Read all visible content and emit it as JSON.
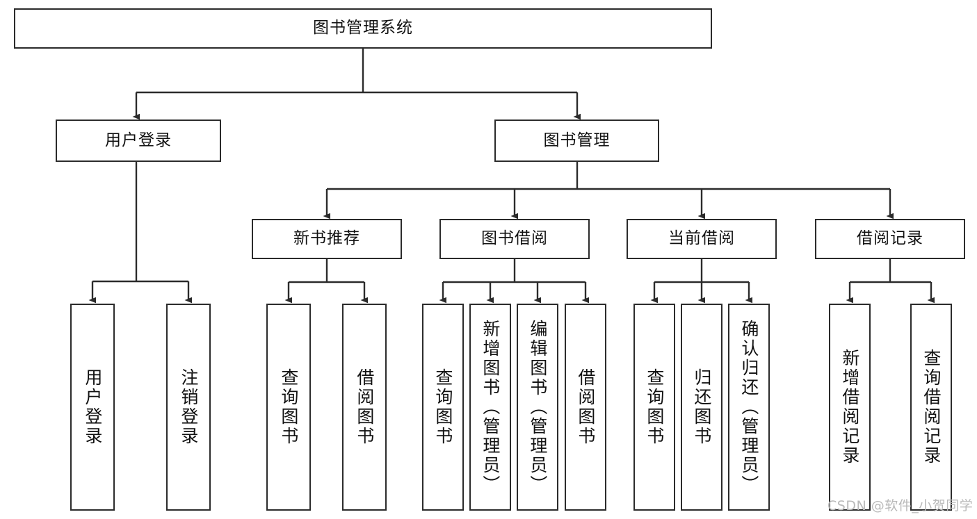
{
  "diagram": {
    "type": "tree",
    "title": "图书管理系统",
    "root": {
      "label": "图书管理系统"
    },
    "level2": [
      {
        "label": "用户登录"
      },
      {
        "label": "图书管理"
      }
    ],
    "level3": [
      {
        "label": "新书推荐"
      },
      {
        "label": "图书借阅"
      },
      {
        "label": "当前借阅"
      },
      {
        "label": "借阅记录"
      }
    ],
    "leaves": {
      "user_login": [
        {
          "label": "用户登录"
        },
        {
          "label": "注销登录"
        }
      ],
      "new_book_recommend": [
        {
          "label": "查询图书"
        },
        {
          "label": "借阅图书"
        }
      ],
      "book_borrow": [
        {
          "label": "查询图书"
        },
        {
          "label": "新增图书（管理员）"
        },
        {
          "label": "编辑图书（管理员）"
        },
        {
          "label": "借阅图书"
        }
      ],
      "current_borrow": [
        {
          "label": "查询图书"
        },
        {
          "label": "归还图书"
        },
        {
          "label": "确认归还（管理员）"
        }
      ],
      "borrow_records": [
        {
          "label": "新增借阅记录"
        },
        {
          "label": "查询借阅记录"
        }
      ]
    },
    "colors": {
      "stroke": "#2b2b2b",
      "fill": "#ffffff",
      "text": "#111111",
      "watermark": "#b9b9b9"
    }
  },
  "watermark": {
    "text": "CSDN @软件_小贺同学"
  }
}
